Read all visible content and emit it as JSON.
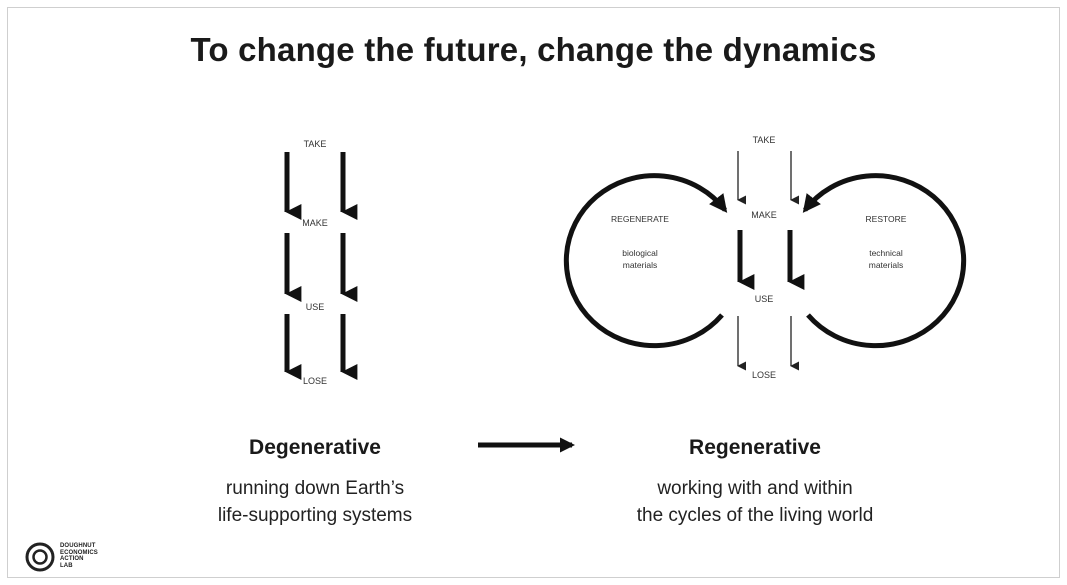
{
  "title": "To change the future, change the dynamics",
  "degenerative": {
    "stages": [
      "TAKE",
      "MAKE",
      "USE",
      "LOSE"
    ],
    "heading": "Degenerative",
    "description_line1": "running down Earth’s",
    "description_line2": "life-supporting systems"
  },
  "regenerative": {
    "stages": [
      "TAKE",
      "MAKE",
      "USE",
      "LOSE"
    ],
    "left_loop": {
      "label": "REGENERATE",
      "sub_line1": "biological",
      "sub_line2": "materials"
    },
    "right_loop": {
      "label": "RESTORE",
      "sub_line1": "technical",
      "sub_line2": "materials"
    },
    "heading": "Regenerative",
    "description_line1": "working with and within",
    "description_line2": "the cycles of the living world"
  },
  "logo": {
    "line1": "DOUGHNUT",
    "line2": "ECONOMICS",
    "line3": "ACTION",
    "line4": "LAB"
  }
}
